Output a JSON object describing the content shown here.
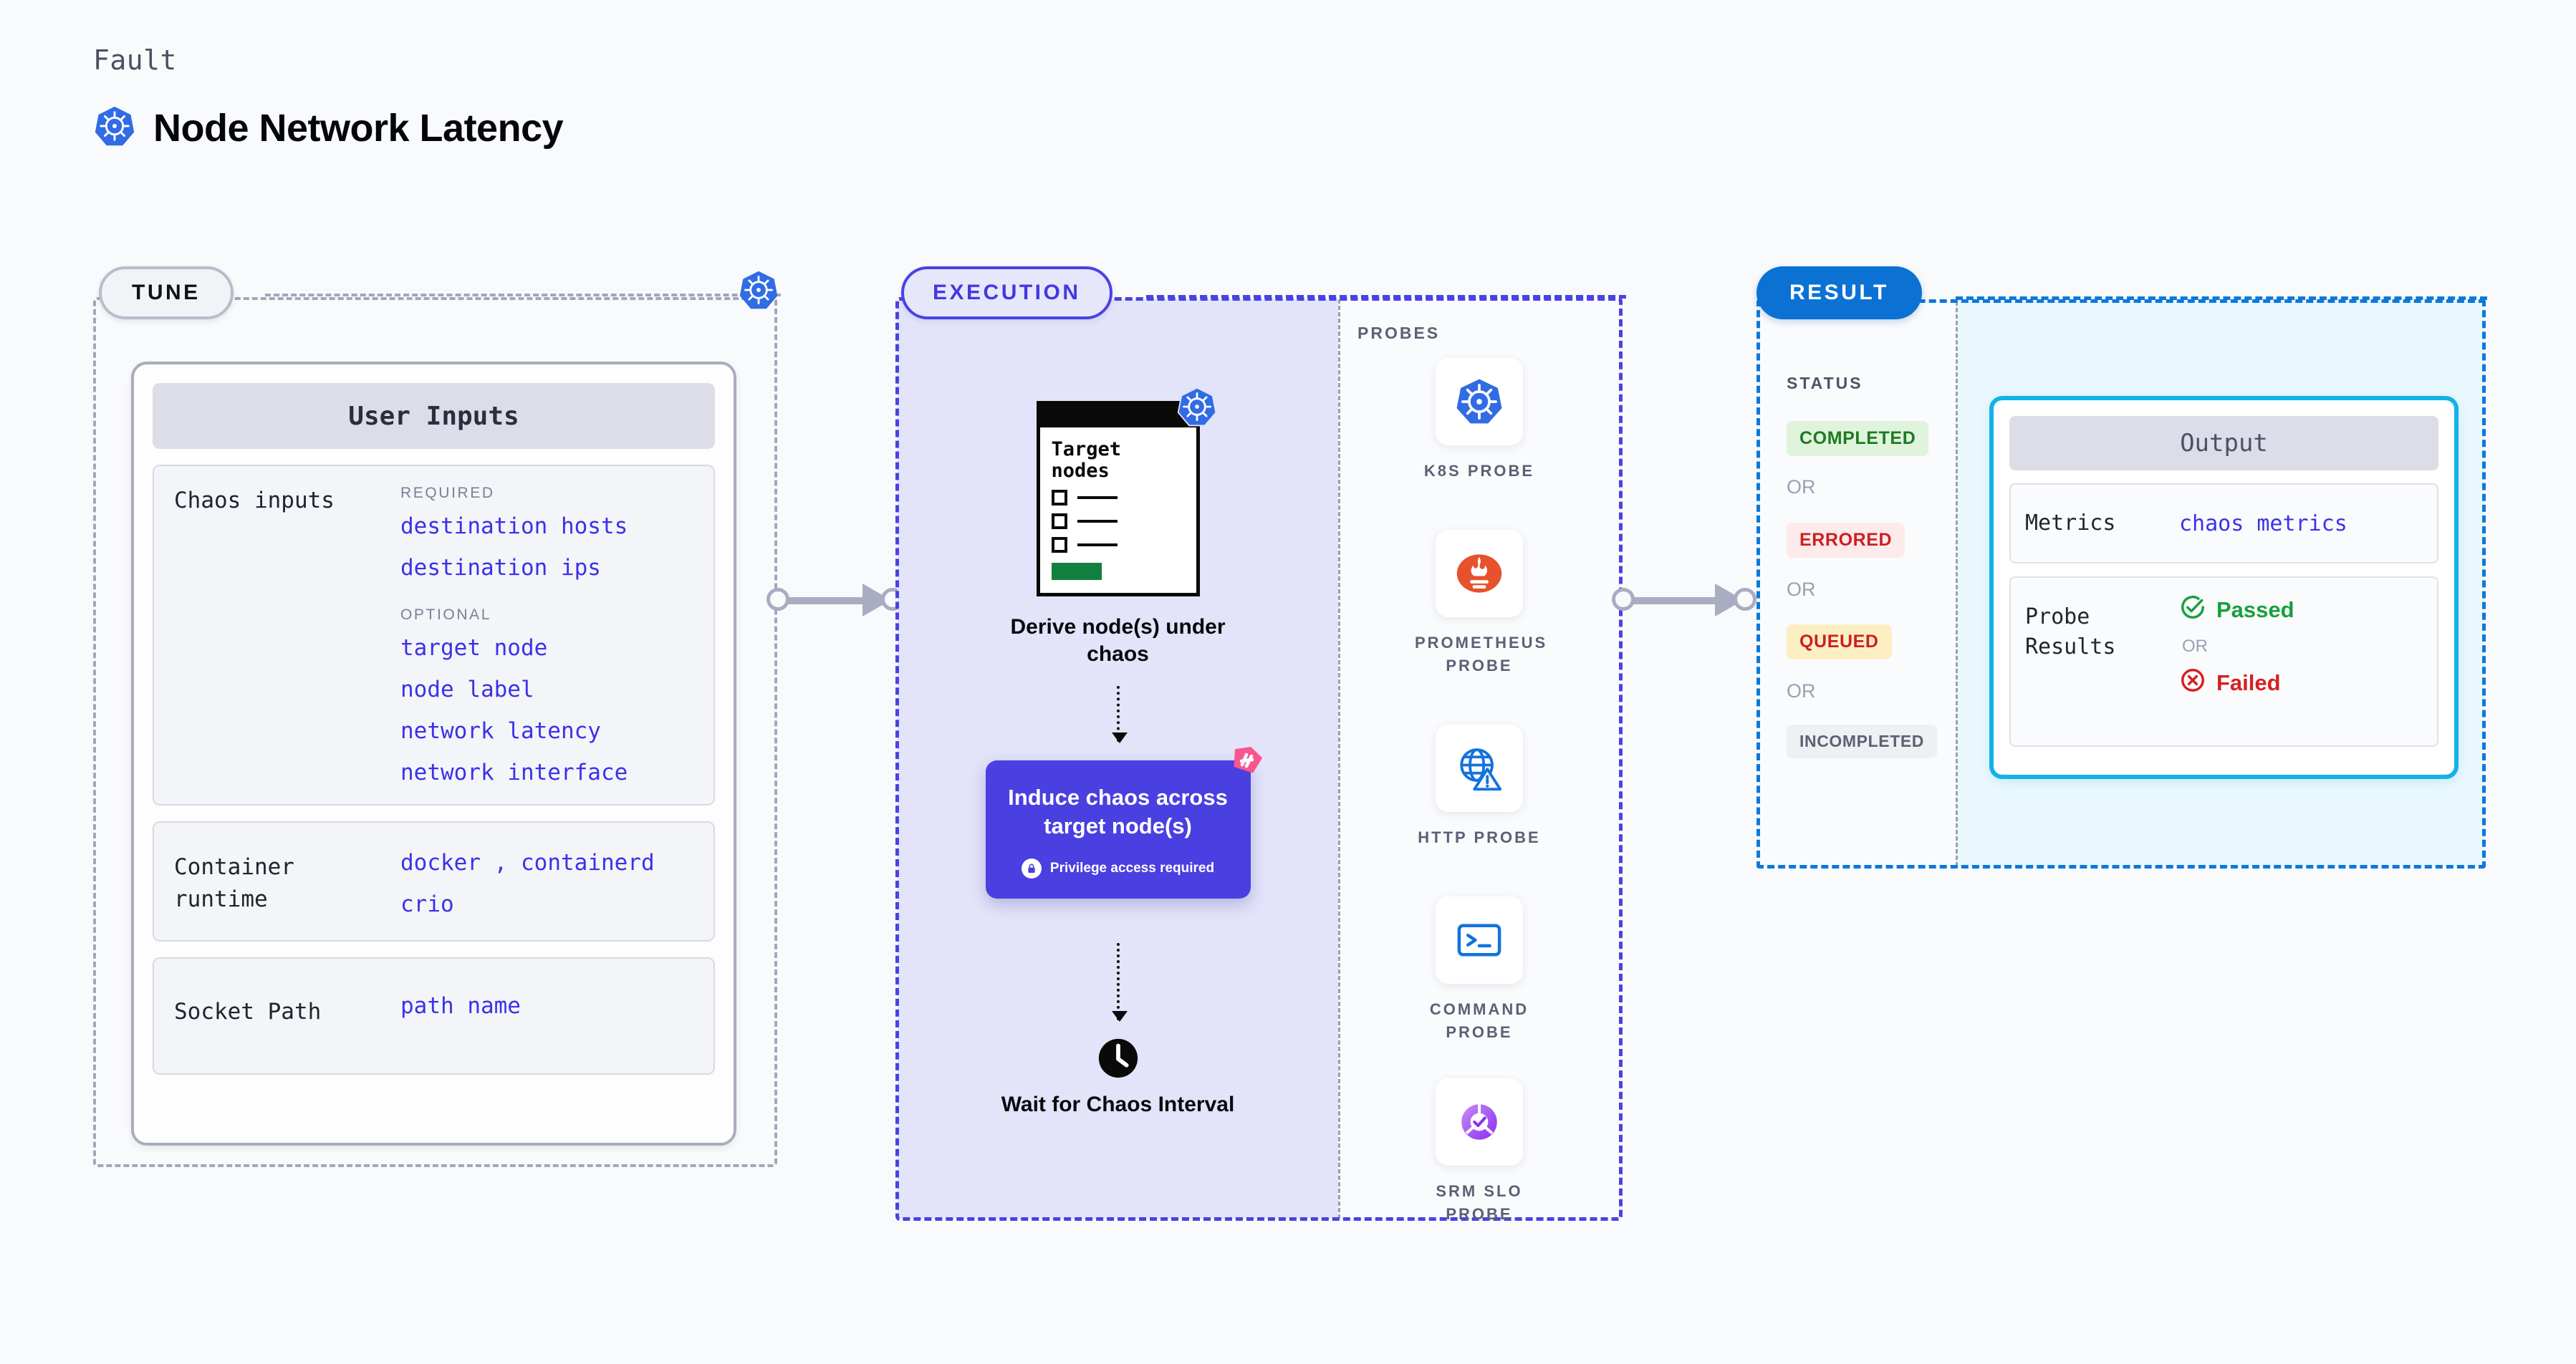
{
  "header": {
    "kicker": "Fault",
    "title": "Node Network Latency",
    "logo_icon": "kubernetes-logo-icon"
  },
  "tune": {
    "badge": "TUNE",
    "k8s_icon": "kubernetes-logo-icon",
    "card_title": "User Inputs",
    "rows": [
      {
        "label": "Chaos inputs",
        "groups": [
          {
            "heading": "REQUIRED",
            "values": [
              "destination hosts",
              "destination ips"
            ]
          },
          {
            "heading": "OPTIONAL",
            "values": [
              "target node",
              "node label",
              "network latency",
              "network interface"
            ]
          }
        ]
      },
      {
        "label": "Container runtime",
        "values_line1": "docker",
        "values_sep": ",",
        "values_line1b": "containerd",
        "values_line2": "crio"
      },
      {
        "label": "Socket Path",
        "value": "path name"
      }
    ]
  },
  "execution": {
    "badge": "EXECUTION",
    "steps": {
      "target_card": {
        "heading": "Target nodes",
        "k8s_icon": "kubernetes-logo-icon",
        "checkbox_count": 3
      },
      "derive_caption": "Derive node(s) under chaos",
      "chaos_box": {
        "title": "Induce chaos across target node(s)",
        "note": "Privilege access required",
        "lock_icon": "lock-icon",
        "brand_icon": "harness-logo-icon"
      },
      "wait_caption": "Wait for Chaos Interval",
      "clock_icon": "clock-icon"
    },
    "probes_label": "PROBES",
    "probes": [
      {
        "name": "K8S PROBE",
        "icon": "kubernetes-logo-icon"
      },
      {
        "name": "PROMETHEUS PROBE",
        "icon": "prometheus-logo-icon"
      },
      {
        "name": "HTTP PROBE",
        "icon": "globe-warning-icon"
      },
      {
        "name": "COMMAND PROBE",
        "icon": "terminal-prompt-icon"
      },
      {
        "name": "SRM SLO PROBE",
        "icon": "srm-slo-gauge-icon"
      }
    ]
  },
  "result": {
    "badge": "RESULT",
    "status_label": "STATUS",
    "statuses": [
      {
        "text": "COMPLETED",
        "bg": "#dff3dd",
        "fg": "#1f7a1f"
      },
      {
        "text": "ERRORED",
        "bg": "#fdeaea",
        "fg": "#cc1f20"
      },
      {
        "text": "QUEUED",
        "bg": "#fdefc4",
        "fg": "#cc1f20"
      },
      {
        "text": "INCOMPLETED",
        "bg": "#eff0f4",
        "fg": "#5c6275"
      }
    ],
    "or_label": "OR",
    "output": {
      "title": "Output",
      "metrics_label": "Metrics",
      "metrics_value": "chaos metrics",
      "probe_results_label": "Probe Results",
      "passed_label": "Passed",
      "failed_label": "Failed",
      "or_label": "OR",
      "pass_icon": "check-circle-icon",
      "fail_icon": "x-circle-icon"
    }
  },
  "colors": {
    "accent_purple": "#4a3fe0",
    "accent_blue": "#0b72d4",
    "accent_cyan": "#12b2e8",
    "k8s_blue": "#326ce5",
    "harness_pink": "#f9558e",
    "pass_green": "#18a03c",
    "fail_red": "#d81f22"
  }
}
